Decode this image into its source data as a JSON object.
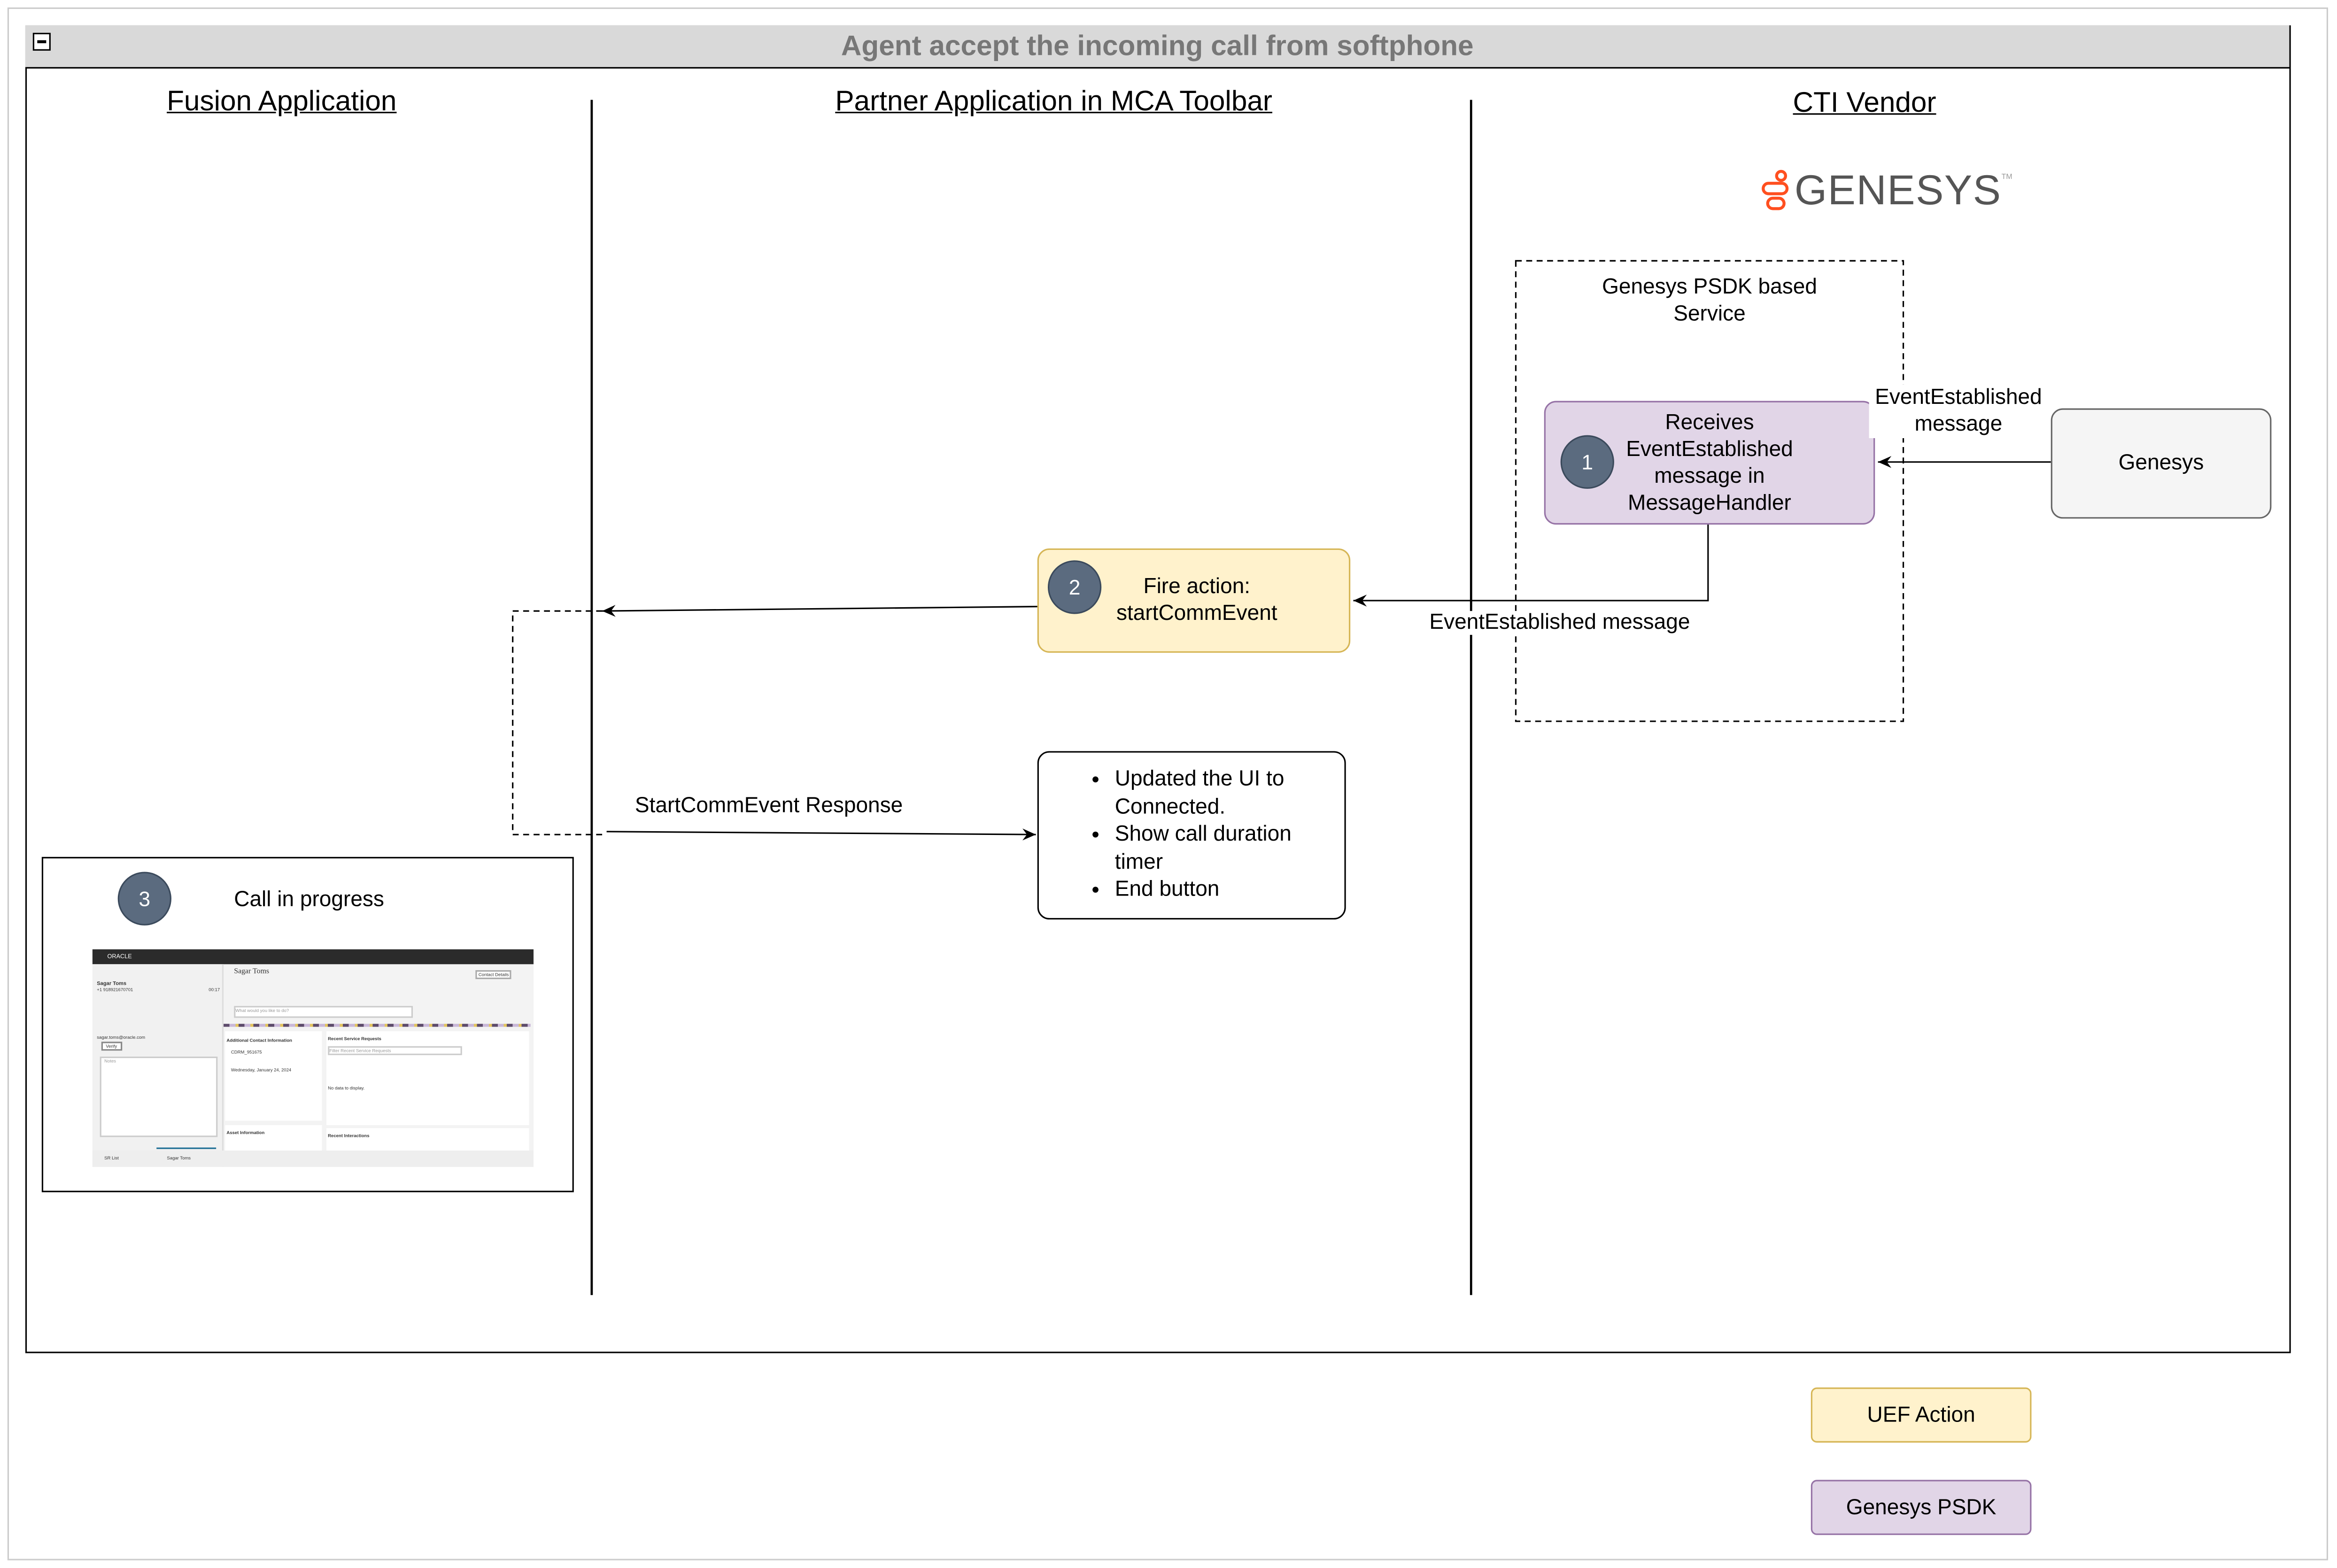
{
  "title": "Agent accept the incoming call from softphone",
  "lanes": [
    "Fusion Application",
    "Partner Application in MCA Toolbar",
    "CTI Vendor"
  ],
  "logo": {
    "text": "GENESYS",
    "tm": "TM",
    "color": "#ff4f1f"
  },
  "psdk_service": {
    "label_line1": "Genesys PSDK based",
    "label_line2": "Service"
  },
  "step1": {
    "number": "1",
    "lines": [
      "Receives",
      "EventEstablished",
      "message in",
      "MessageHandler"
    ]
  },
  "genesys_box": {
    "label": "Genesys"
  },
  "edge_genesys_label": {
    "line1": "EventEstablished",
    "line2": "message"
  },
  "edge_psdk_label": "EventEstablished message",
  "step2": {
    "number": "2",
    "line1": "Fire action:",
    "line2": "startCommEvent"
  },
  "response_label": "StartCommEvent Response",
  "result_bullets": [
    "Updated the UI to Connected.",
    "Show call duration timer",
    "End button"
  ],
  "step3": {
    "number": "3",
    "label": "Call in progress"
  },
  "thumbnail": {
    "brand": "ORACLE",
    "contact_name": "Sagar Toms",
    "phone": "+1 918921670701",
    "timer": "00:17",
    "email": "sagar.toms@oracle.com",
    "verify": "Verify",
    "notes": "Notes",
    "contact_details": "Contact Details",
    "ask": "What would you like to do?",
    "additional": "Additional Contact Information",
    "contact_id": "CDRM_951675",
    "since": "Wednesday, January 24, 2024",
    "recent_sr": "Recent Service Requests",
    "filter_sr": "Filter Recent Service Requests",
    "no_data": "No data to display.",
    "asset": "Asset Information",
    "recent_int": "Recent Interactions",
    "tab1": "SR List",
    "tab2": "Sagar Toms"
  },
  "legend": [
    {
      "label": "UEF Action",
      "fill": "#fff2cc",
      "stroke": "#d6b656"
    },
    {
      "label": "Genesys PSDK",
      "fill": "#e1d5e7",
      "stroke": "#9673a6"
    }
  ]
}
